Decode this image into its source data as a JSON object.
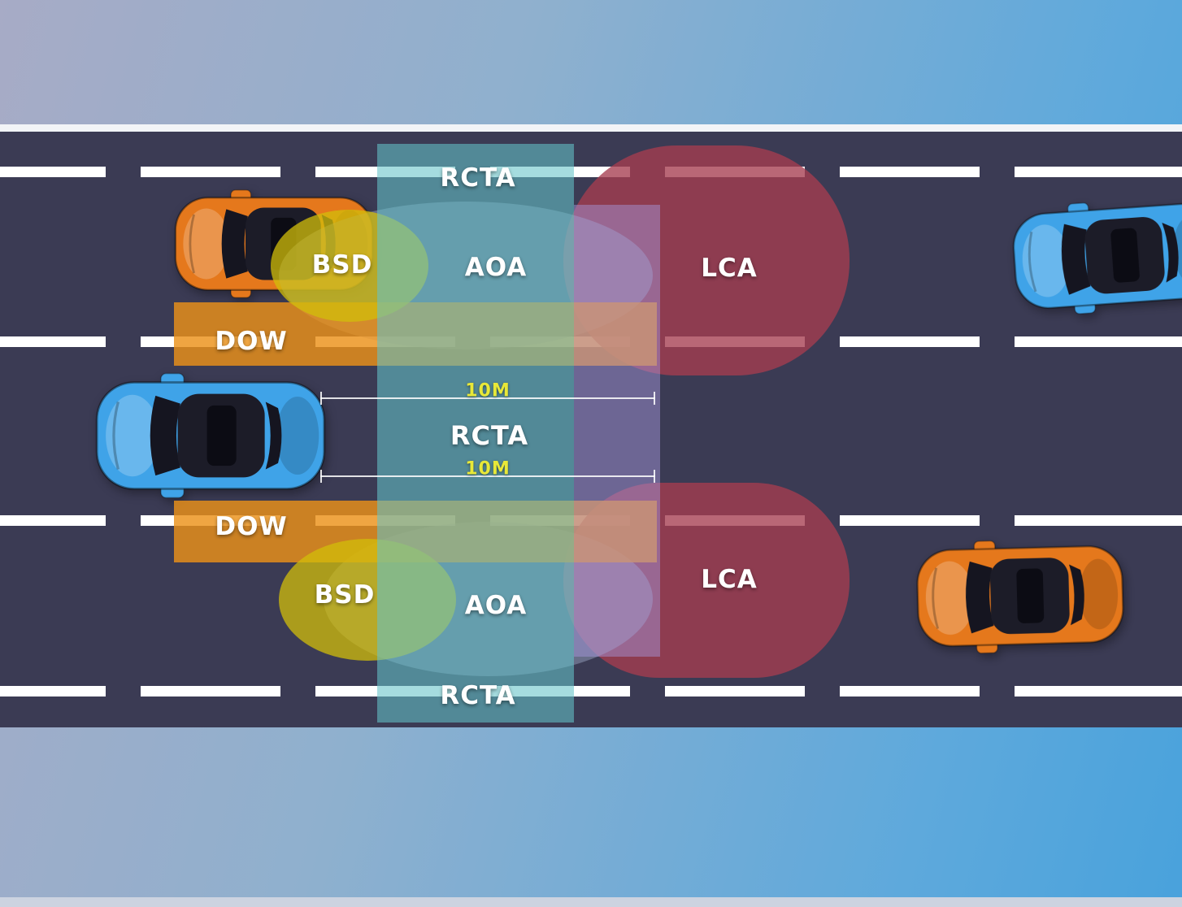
{
  "scene": {
    "description": "Top-down roadway diagram of ADAS sensor coverage zones (blind spot, cross-traffic, lane change) around vehicles",
    "zone_labels": {
      "rcta_top": "RCTA",
      "aoa_top": "AOA",
      "lca_top": "LCA",
      "bsd_top": "BSD",
      "dow_top": "DOW",
      "rcta_middle": "RCTA",
      "dow_bottom": "DOW",
      "bsd_bottom": "BSD",
      "aoa_bottom": "AOA",
      "lca_bottom": "LCA",
      "rcta_bottom": "RCTA"
    },
    "measurements": {
      "top": "10M",
      "bottom": "10M"
    },
    "colors": {
      "road": "#3b3b54",
      "lane_marking": "#ffffff",
      "rcta_band": "#64c3c8",
      "lca_zone": "#963c52",
      "dow_band": "#eb9119",
      "bsd_zone": "#d2be0a",
      "aoa_zone": "#a0aac8",
      "side_overlay": "#a596dc",
      "distance_text": "#e8e838",
      "car_orange": "#e5781c",
      "car_blue": "#3fa3e8"
    },
    "cars": [
      {
        "name": "orange-car-upper-left",
        "color": "#e5781c"
      },
      {
        "name": "blue-ego-car",
        "color": "#3fa3e8"
      },
      {
        "name": "blue-car-upper-right",
        "color": "#3fa3e8"
      },
      {
        "name": "orange-car-lower-right",
        "color": "#e5781c"
      }
    ]
  }
}
